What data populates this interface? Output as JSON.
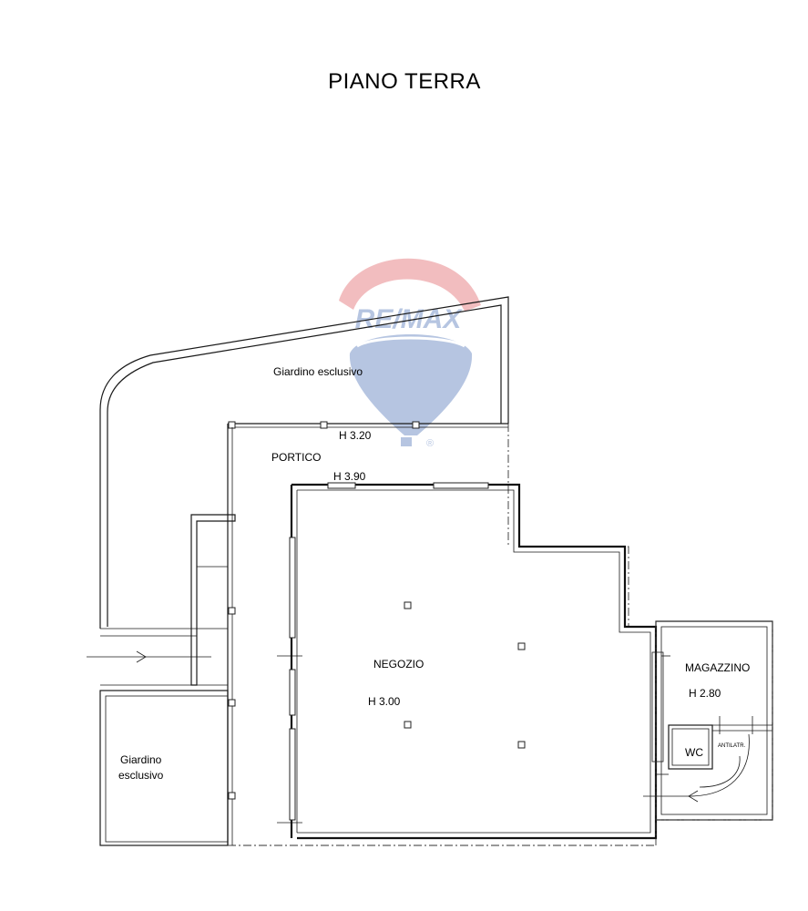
{
  "title": "PIANO TERRA",
  "watermark": {
    "brand": "RE/MAX",
    "registered": "®",
    "colors": {
      "red": "#d8343a",
      "blue": "#1f4fa5"
    }
  },
  "rooms": {
    "garden_top": "Giardino esclusivo",
    "portico_height": "H 3.20",
    "portico": "PORTICO",
    "negozio_top_height": "H 3.90",
    "negozio": "NEGOZIO",
    "negozio_height": "H 3.00",
    "magazzino": "MAGAZZINO",
    "magazzino_height": "H 2.80",
    "wc": "WC",
    "antibagno": "ANTILATR.",
    "garden_left_line1": "Giardino",
    "garden_left_line2": "esclusivo"
  }
}
